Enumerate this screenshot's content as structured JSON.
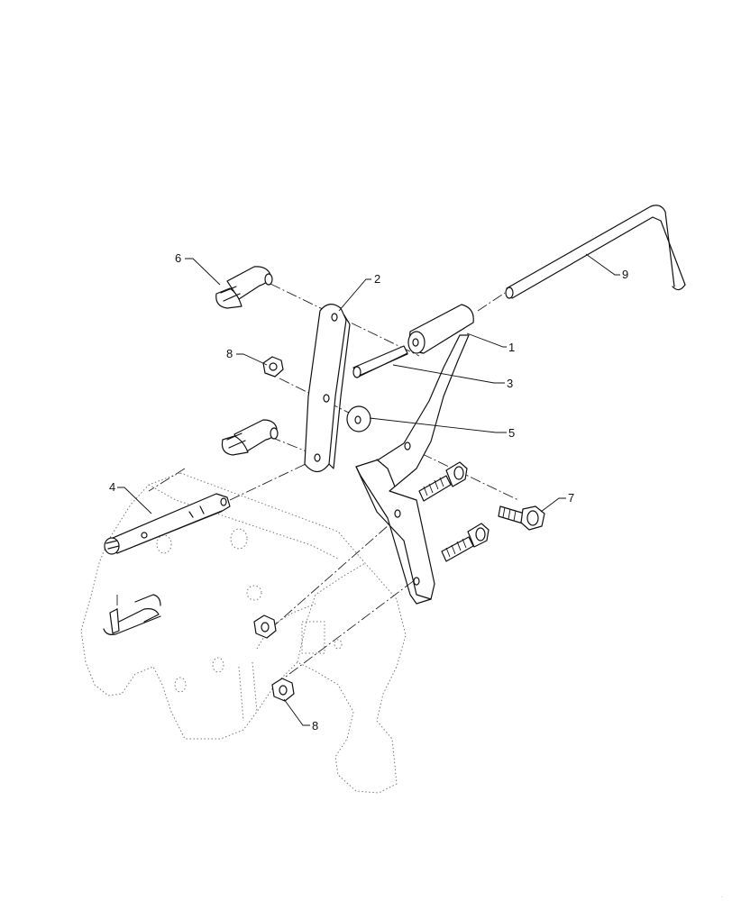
{
  "callouts": {
    "c1": "1",
    "c2": "2",
    "c3": "3",
    "c4": "4",
    "c5": "5",
    "c6": "6",
    "c7": "7",
    "c8a": "8",
    "c8b": "8",
    "c9": "9"
  }
}
